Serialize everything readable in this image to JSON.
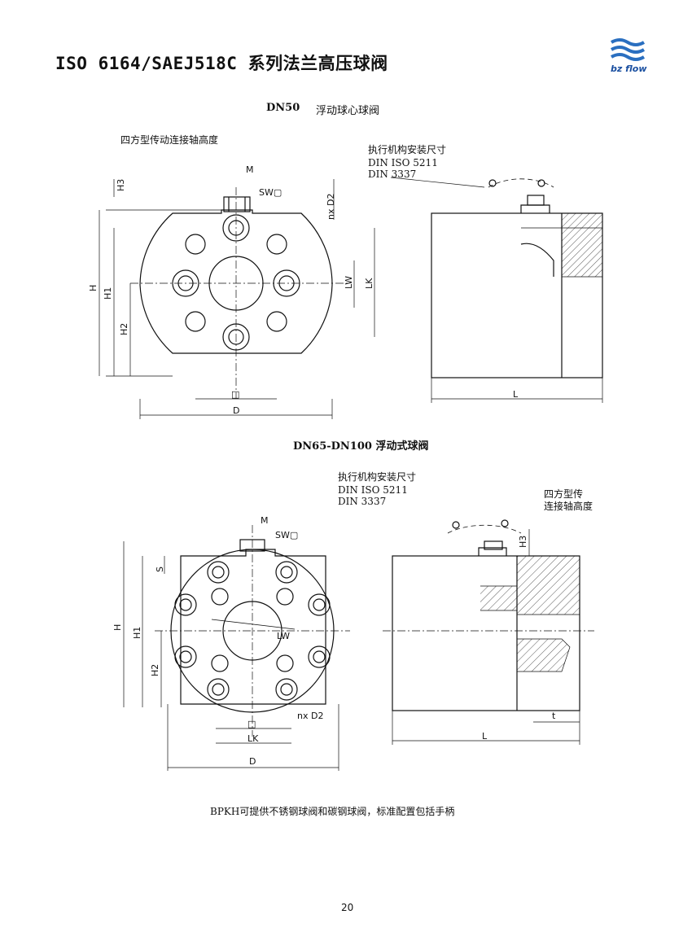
{
  "page_title": "ISO 6164/SAEJ518C 系列法兰高压球阀",
  "logo_text": "bz flow",
  "section1": {
    "model": "DN50",
    "subtitle": "浮动球心球阀",
    "square_drive_note": "四方型传动连接轴高度",
    "actuator_note": "执行机构安装尺寸",
    "std1": "DIN ISO 5211",
    "std2": "DIN 3337",
    "labels": {
      "H3": "H3",
      "M": "M",
      "SW": "SW▢",
      "nxD2": "nx D2",
      "H": "H",
      "H1": "H1",
      "H2": "H2",
      "LW": "LW",
      "LK": "LK",
      "sq": "□",
      "D": "D",
      "L": "L"
    }
  },
  "section2": {
    "heading": "DN65-DN100 浮动式球阀",
    "actuator_note": "执行机构安装尺寸",
    "std1": "DIN ISO 5211",
    "std2": "DIN 3337",
    "square_drive_note_line1": "四方型传",
    "square_drive_note_line2": "连接轴高度",
    "labels": {
      "M": "M",
      "SW": "SW▢",
      "S": "S",
      "H": "H",
      "H1": "H1",
      "H2": "H2",
      "LW": "LW",
      "nxD2": "nx D2",
      "sq": "□",
      "LK": "LK",
      "D": "D",
      "H3": "H3",
      "t": "t",
      "L": "L"
    }
  },
  "footer_note": "BPKH可提供不锈钢球阀和碳钢球阀，标准配置包括手柄",
  "page_number": "20"
}
